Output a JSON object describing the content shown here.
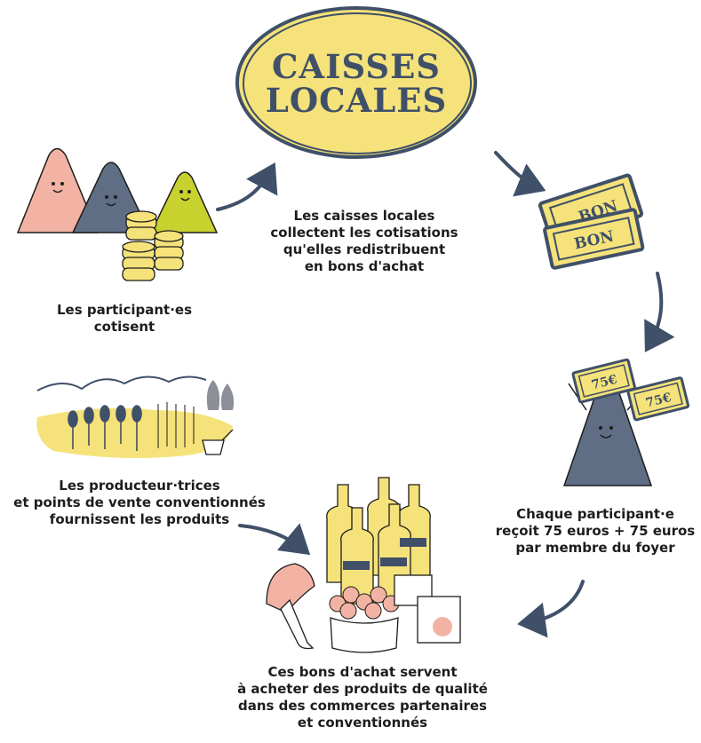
{
  "title": {
    "line1": "CAISSES",
    "line2": "LOCALES"
  },
  "steps": {
    "participants": {
      "line1": "Les participant·es",
      "line2": "cotisent"
    },
    "caisses": {
      "line1": "Les caisses locales",
      "line2": "collectent les cotisations",
      "line3": "qu'elles redistribuent",
      "line4": "en bons d'achat"
    },
    "recoit": {
      "line1": "Chaque participant·e",
      "line2": "reçoit 75 euros + 75 euros",
      "line3": "par membre du foyer"
    },
    "achat": {
      "line1": "Ces bons d'achat servent",
      "line2": "à acheter des produits de qualité",
      "line3": "dans des commerces partenaires",
      "line4": "et conventionnés"
    },
    "producteurs": {
      "line1": "Les producteur·trices",
      "line2": "et points de vente conventionnés",
      "line3": "fournissent les produits"
    }
  },
  "vouchers": {
    "bon_label": "BON",
    "amount_label": "75€"
  },
  "colors": {
    "yellow": "#f5e27a",
    "navy": "#3f5068",
    "slate": "#5f6e85",
    "pink": "#f2b3a4",
    "lime": "#c8d22f",
    "ink": "#1d1d1b"
  }
}
